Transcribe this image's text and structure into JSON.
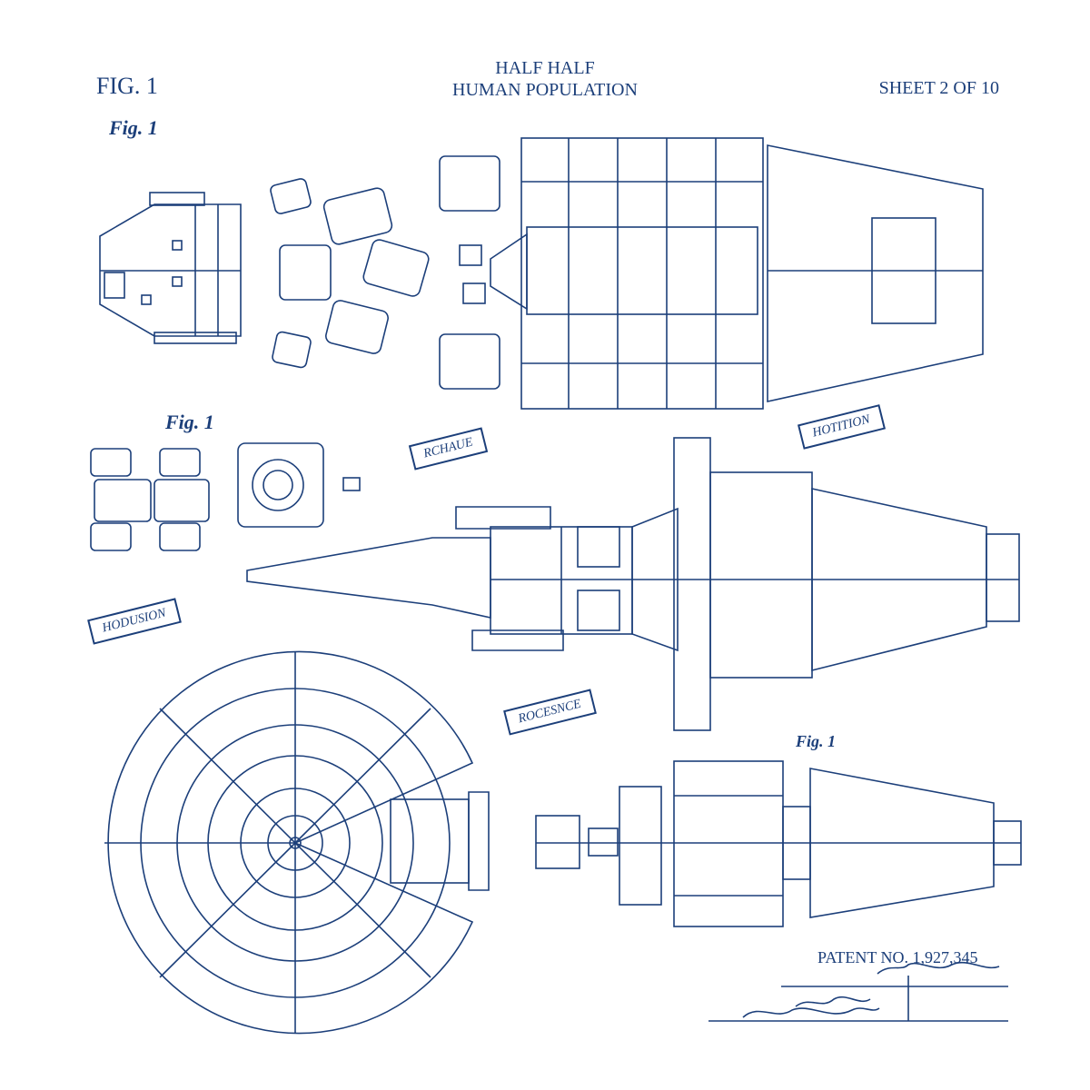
{
  "header": {
    "fig_label": "FIG. 1",
    "title_line1": "HALF HALF",
    "title_line2": "HUMAN POPULATION",
    "sheet": "SHEET 2 OF 10"
  },
  "figure_captions": [
    "Fig. 1",
    "Fig. 1",
    "Fig. 1"
  ],
  "stamps": [
    "RCHAUE",
    "HOTITION",
    "HODUSION",
    "ROCESNCE"
  ],
  "footer": {
    "patent": "PATENT NO. 1,927,345"
  },
  "colors": {
    "ink": "#1c3f7a",
    "paper": "#ffffff"
  }
}
